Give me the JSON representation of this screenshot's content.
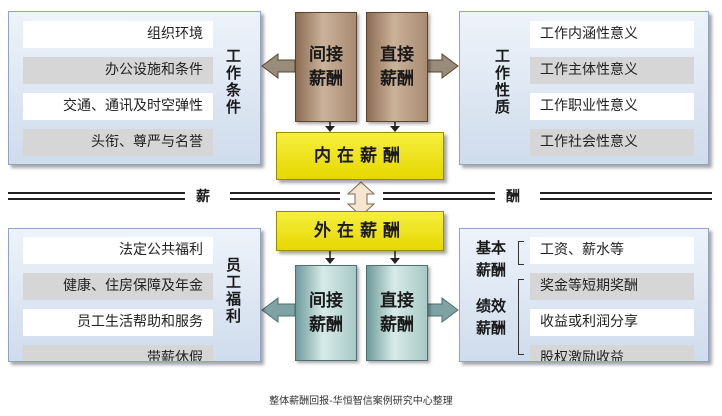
{
  "work_conditions": {
    "label": "工作条件",
    "items": [
      "组织环境",
      "办公设施和条件",
      "交通、通讯及时空弹性",
      "头衔、尊严与名誉"
    ]
  },
  "work_nature": {
    "label": "工作性质",
    "items": [
      "工作内涵性意义",
      "工作主体性意义",
      "工作职业性意义",
      "工作社会性意义"
    ]
  },
  "top_center": {
    "indirect": "间接薪酬",
    "direct": "直接薪酬",
    "intrinsic": "内在薪酬"
  },
  "divider": {
    "left": "薪",
    "right": "酬"
  },
  "bottom_center": {
    "extrinsic": "外在薪酬",
    "indirect": "间接薪酬",
    "direct": "直接薪酬"
  },
  "employee_welfare": {
    "label": "员工福利",
    "items": [
      "法定公共福利",
      "健康、住房保障及年金",
      "员工生活帮助和服务",
      "带薪休假"
    ]
  },
  "pay_components": {
    "base_label": "基本薪酬",
    "perf_label": "绩效薪酬",
    "items": [
      "工资、薪水等",
      "奖金等短期奖酬",
      "收益或利润分享",
      "股权激励收益"
    ]
  },
  "caption": "整体薪酬回报-华恒智信案例研究中心整理"
}
